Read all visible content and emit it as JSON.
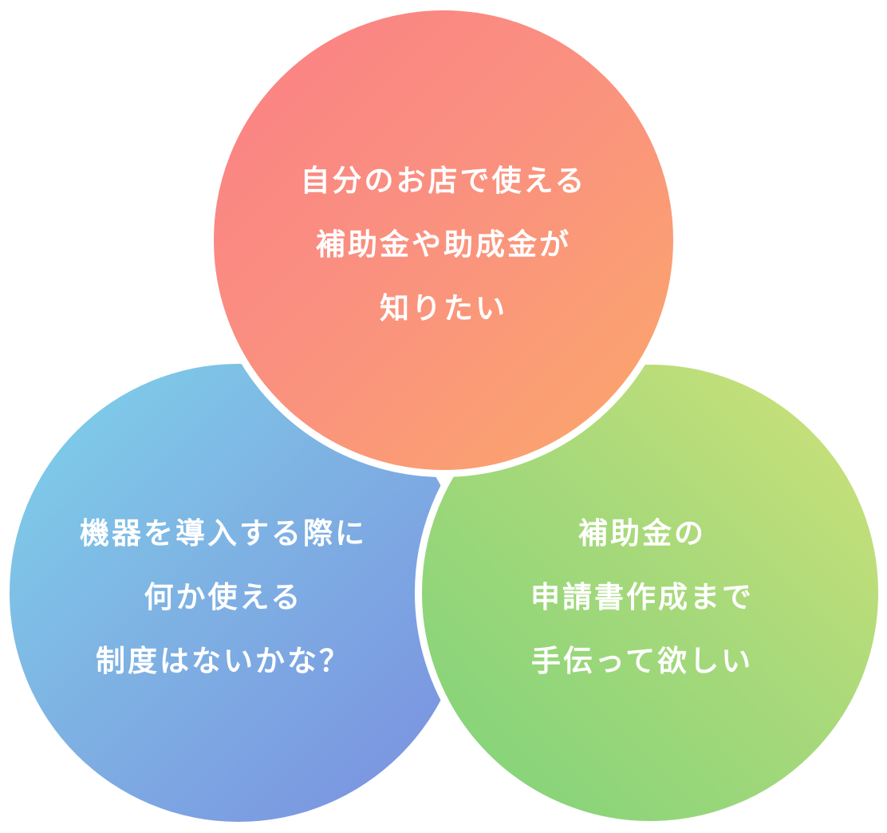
{
  "diagram": {
    "type": "three-circle-venn",
    "circles": [
      {
        "id": "top",
        "color_start": "#fb8085",
        "color_end": "#fba86a",
        "lines": [
          "自分のお店で使える",
          "補助金や助成金が",
          "知りたい"
        ]
      },
      {
        "id": "bottom-left",
        "color_start": "#7dd3ea",
        "color_end": "#7a8ee0",
        "lines": [
          "機器を導入する際に",
          "何か使える",
          "制度はないかな？"
        ]
      },
      {
        "id": "bottom-right",
        "color_start": "#d0e27a",
        "color_end": "#7ed27a",
        "lines": [
          "補助金の",
          "申請書作成まで",
          "手伝って欲しい"
        ]
      }
    ]
  }
}
